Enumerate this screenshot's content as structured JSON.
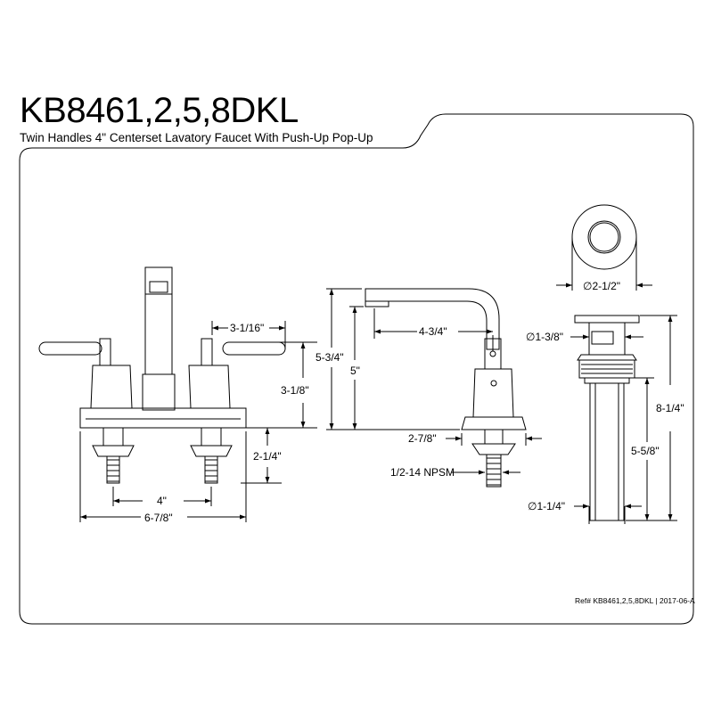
{
  "header": {
    "model": "KB8461,2,5,8DKL",
    "description": "Twin Handles 4\" Centerset Lavatory Faucet With Push-Up Pop-Up"
  },
  "front_view": {
    "dim_handle_offset": "3-1/16\"",
    "dim_body_height": "3-1/8\"",
    "dim_shank_length": "2-1/4\"",
    "dim_center": "4\"",
    "dim_overall_width": "6-7/8\""
  },
  "side_view": {
    "dim_overall_height": "5-3/4\"",
    "dim_spout_height": "5\"",
    "dim_spout_reach": "4-3/4\"",
    "dim_base_depth": "2-7/8\"",
    "thread_spec": "1/2-14 NPSM"
  },
  "drain_view": {
    "dim_flange_dia": "∅2-1/2\"",
    "dim_cap_dia": "∅1-3/8\"",
    "dim_overall_length": "8-1/4\"",
    "dim_tail_length": "5-5/8\"",
    "dim_tail_dia": "∅1-1/4\""
  },
  "footer": {
    "reference": "Ref# KB8461,2,5,8DKL | 2017-06-A"
  }
}
